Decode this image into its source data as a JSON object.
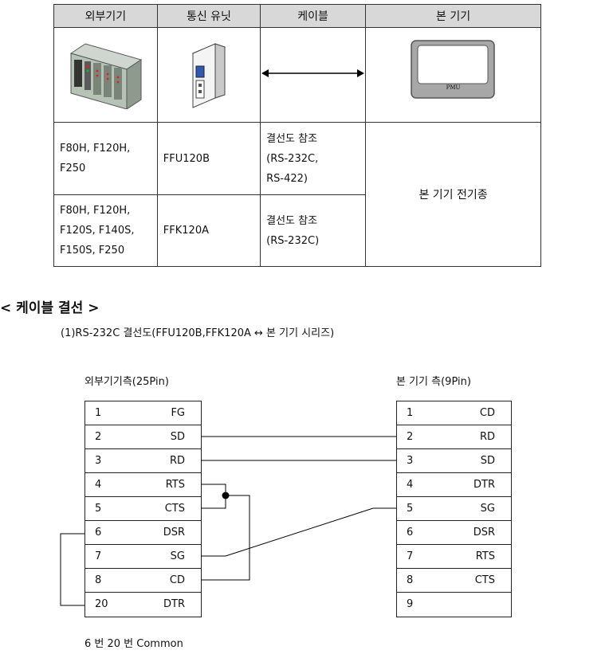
{
  "table": {
    "headers": [
      "외부기기",
      "통신 유닛",
      "케이블",
      "본 기기"
    ],
    "rows": [
      {
        "device": "F80H,   F120H,\nF250",
        "unit": "FFU120B",
        "cable": "결선도 참조\n(RS-232C,\nRS-422)"
      },
      {
        "device": "F80H, F120H,\nF120S, F140S,\nF150S, F250",
        "unit": "FFK120A",
        "cable": "결선도 참조\n(RS-232C)"
      }
    ],
    "main_device_text": "본 기기 전기종",
    "pmu_label": "PMU"
  },
  "section_heading": "< 케이블 결선 >",
  "diagram_title": "(1)RS-232C 결선도(FFU120B,FFK120A ↔ 본 기기 시리즈)",
  "left_side": {
    "title": "외부기기측(25Pin)",
    "pins": [
      {
        "num": "1",
        "sig": "FG"
      },
      {
        "num": "2",
        "sig": "SD"
      },
      {
        "num": "3",
        "sig": "RD"
      },
      {
        "num": "4",
        "sig": "RTS"
      },
      {
        "num": "5",
        "sig": "CTS"
      },
      {
        "num": "6",
        "sig": "DSR"
      },
      {
        "num": "7",
        "sig": "SG"
      },
      {
        "num": "8",
        "sig": "CD"
      },
      {
        "num": "20",
        "sig": "DTR"
      }
    ]
  },
  "right_side": {
    "title": "본 기기 측(9Pin)",
    "pins": [
      {
        "num": "1",
        "sig": "CD"
      },
      {
        "num": "2",
        "sig": "RD"
      },
      {
        "num": "3",
        "sig": "SD"
      },
      {
        "num": "4",
        "sig": "DTR"
      },
      {
        "num": "5",
        "sig": "SG"
      },
      {
        "num": "6",
        "sig": "DSR"
      },
      {
        "num": "7",
        "sig": "RTS"
      },
      {
        "num": "8",
        "sig": "CTS"
      },
      {
        "num": "9",
        "sig": ""
      }
    ]
  },
  "footnote": "6 번 20 번 Common"
}
